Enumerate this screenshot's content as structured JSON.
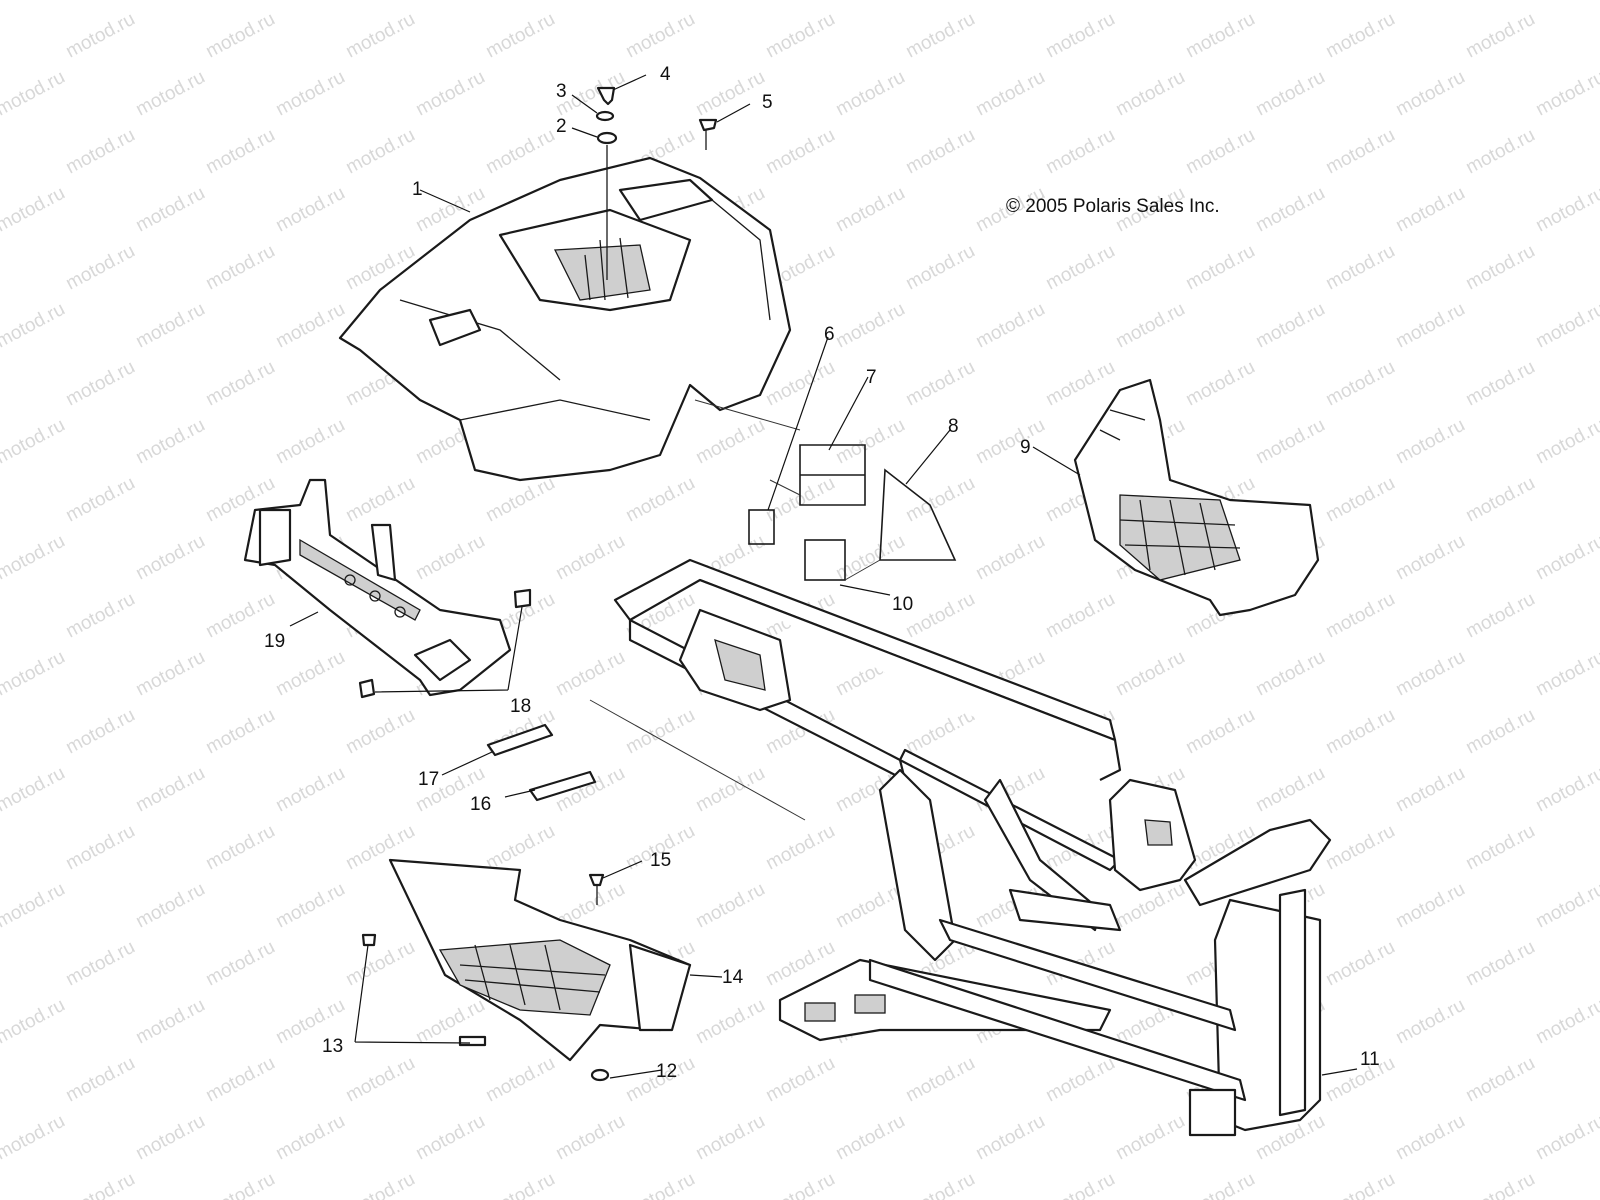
{
  "copyright": "© 2005 Polaris Sales Inc.",
  "watermark": "motod.ru",
  "callouts": [
    "1",
    "2",
    "3",
    "4",
    "5",
    "6",
    "7",
    "8",
    "9",
    "10",
    "11",
    "12",
    "13",
    "14",
    "15",
    "16",
    "17",
    "18",
    "19"
  ]
}
